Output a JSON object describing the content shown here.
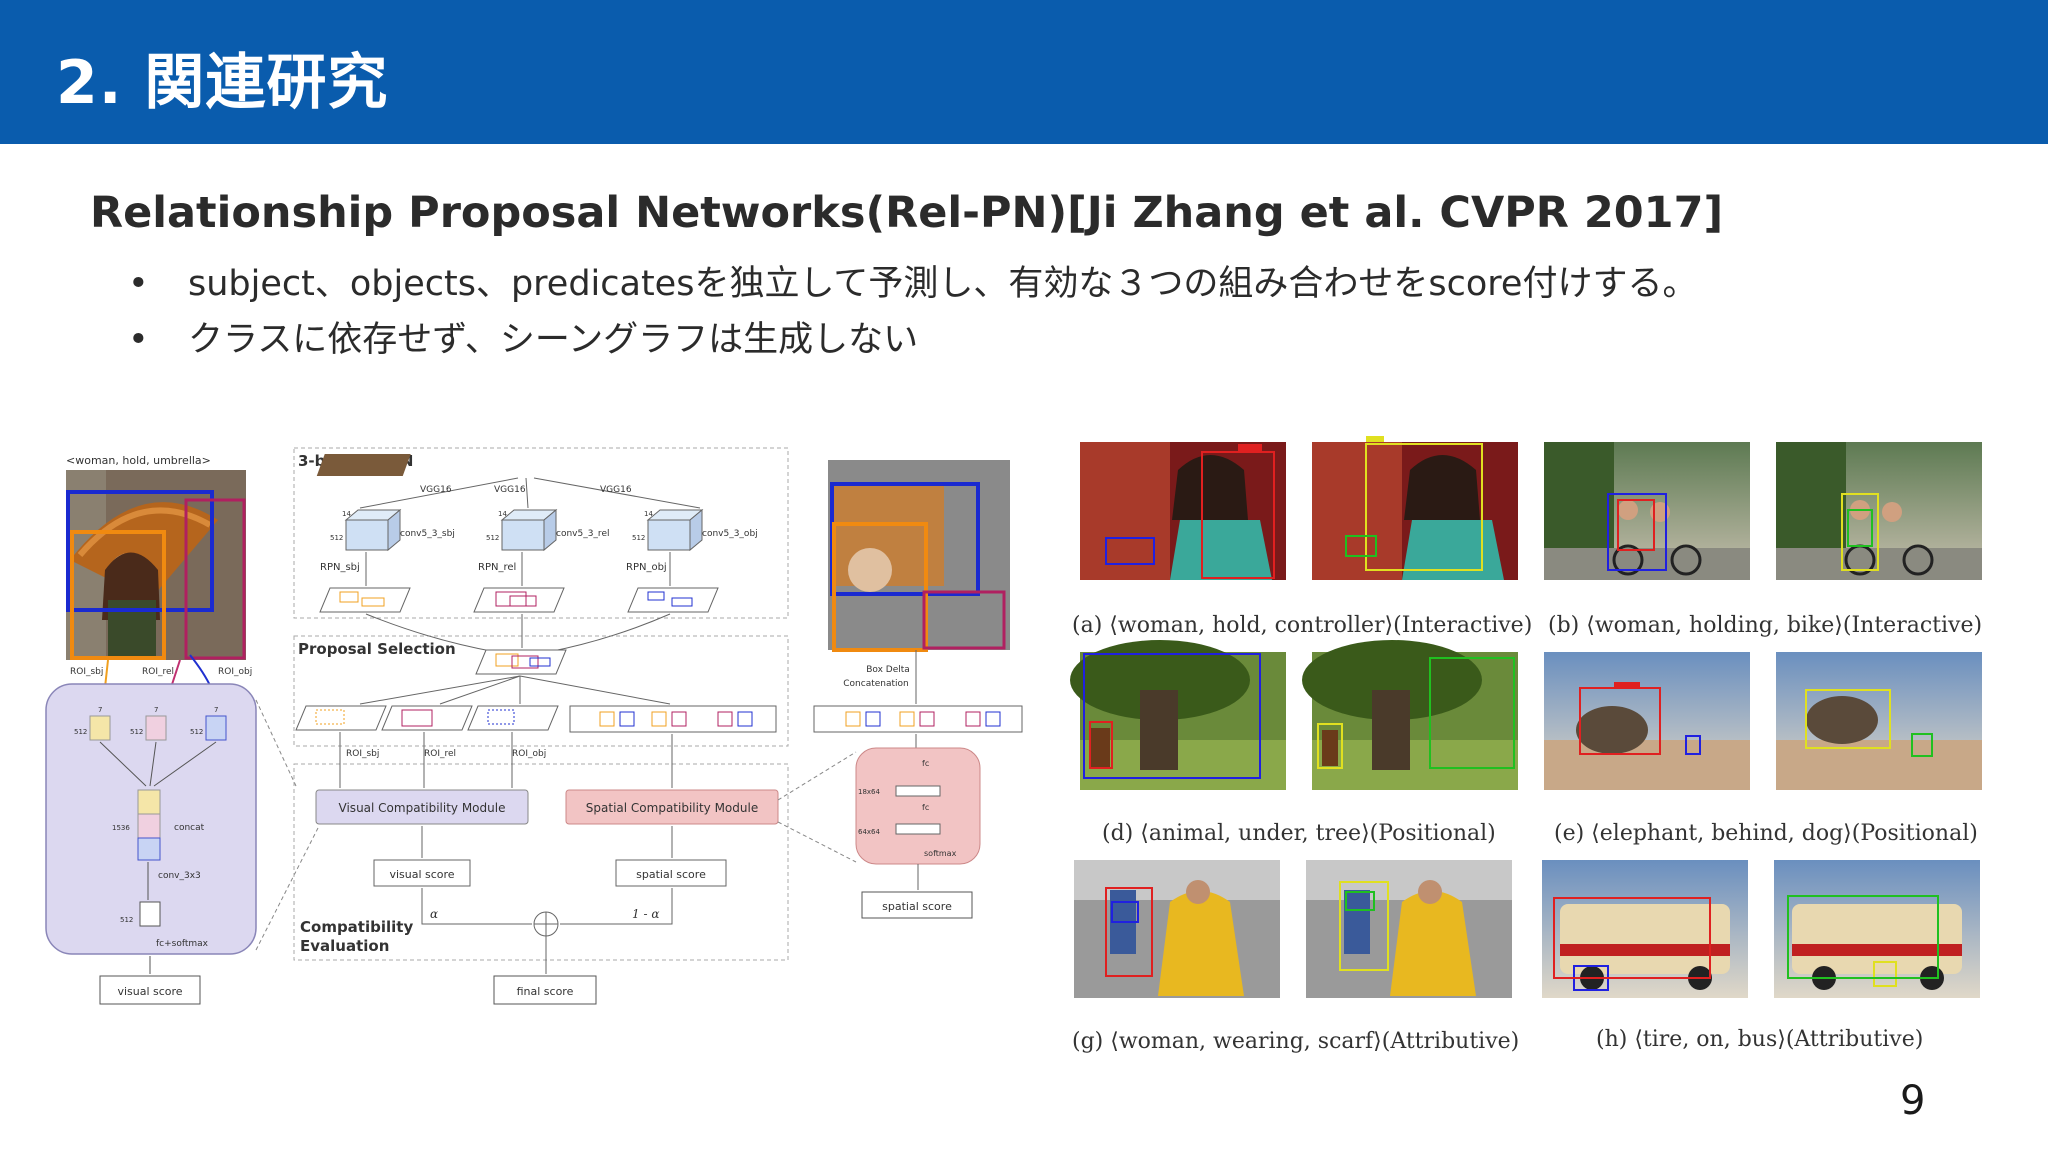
{
  "header": {
    "title": "2. 関連研究",
    "bg_color": "#0a5cad"
  },
  "content": {
    "paper_title": "Relationship Proposal Networks(Rel-PN)[Ji Zhang et al. CVPR 2017]",
    "bullets": [
      "subject、objects、predicatesを独立して予測し、有効な３つの組み合わせをscore付けする。",
      "クラスに依存せず、シーングラフは生成しない"
    ],
    "bullet_symbol": "•"
  },
  "diagram": {
    "triplet": "<woman, hold, umbrella>",
    "rpn_title": "3-branch RPN",
    "vgg": [
      "VGG16",
      "VGG16",
      "VGG16"
    ],
    "conv_sbj": "conv5_3_sbj",
    "conv_rel": "conv5_3_rel",
    "conv_obj": "conv5_3_obj",
    "rpn_sbj": "RPN_sbj",
    "rpn_rel": "RPN_rel",
    "rpn_obj": "RPN_obj",
    "dim14": "14",
    "dim512": "512",
    "dim7": "7",
    "dim1536": "1536",
    "proposal_selection": "Proposal Selection",
    "roi_sbj": "ROI_sbj",
    "roi_rel": "ROI_rel",
    "roi_obj": "ROI_obj",
    "visual_module": "Visual Compatibility Module",
    "spatial_module": "Spatial Compatibility Module",
    "visual_score": "visual score",
    "spatial_score": "spatial score",
    "final_score": "final score",
    "alpha": "α",
    "one_minus_alpha": "1 - α",
    "compat_eval_1": "Compatibility",
    "compat_eval_2": "Evaluation",
    "concat": "concat",
    "conv3x3": "conv_3x3",
    "fc_softmax": "fc+softmax",
    "box_delta_1": "Box Delta",
    "box_delta_2": "Concatenation",
    "fc": "fc",
    "d18x64": "18x64",
    "d64x64": "64x64",
    "softmax": "softmax"
  },
  "examples": [
    {
      "caption": "(a) ⟨woman, hold, controller⟩(Interactive)"
    },
    {
      "caption": "(b) ⟨woman, holding, bike⟩(Interactive)"
    },
    {
      "caption": "(d) ⟨animal, under, tree⟩(Positional)"
    },
    {
      "caption": "(e) ⟨elephant, behind, dog⟩(Positional)"
    },
    {
      "caption": "(g) ⟨woman, wearing, scarf⟩(Attributive)"
    },
    {
      "caption": "(h) ⟨tire, on, bus⟩(Attributive)"
    }
  ],
  "page_number": "9"
}
